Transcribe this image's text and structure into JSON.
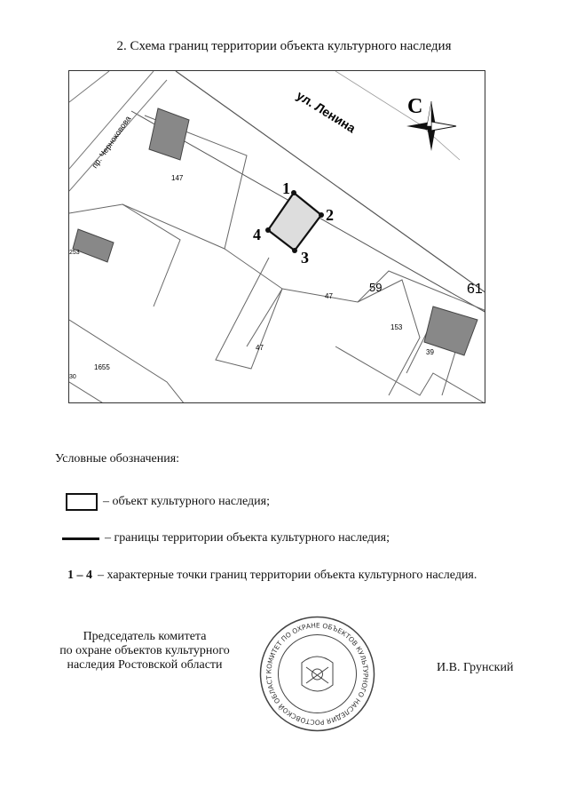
{
  "title": "2. Схема границ территории объекта культурного наследия",
  "map": {
    "street_lenina": "ул. Ленина",
    "street_chernokozova": "пр. Черноковова",
    "north_letter": "С",
    "points": [
      "1",
      "2",
      "3",
      "4"
    ],
    "parcel_labels": [
      "147",
      "47",
      "47",
      "59",
      "153",
      "39",
      "1655",
      "61",
      "253",
      "30"
    ]
  },
  "legend": {
    "heading": "Условные обозначения:",
    "object_text": "– объект культурного наследия;",
    "boundary_text": "– границы территории объекта культурного наследия;",
    "points_number": "1 – 4",
    "points_text": "– характерные точки границ территории объекта культурного наследия."
  },
  "signature": {
    "line1": "Председатель комитета",
    "line2": "по охране объектов культурного",
    "line3": "наследия Ростовской области",
    "name": "И.В. Грунский"
  },
  "stamp": {
    "ring_text": "КОМИТЕТ ПО ОХРАНЕ ОБЪЕКТОВ КУЛЬТУРНОГО НАСЛЕДИЯ РОСТОВСКОЙ ОБЛАСТИ"
  }
}
